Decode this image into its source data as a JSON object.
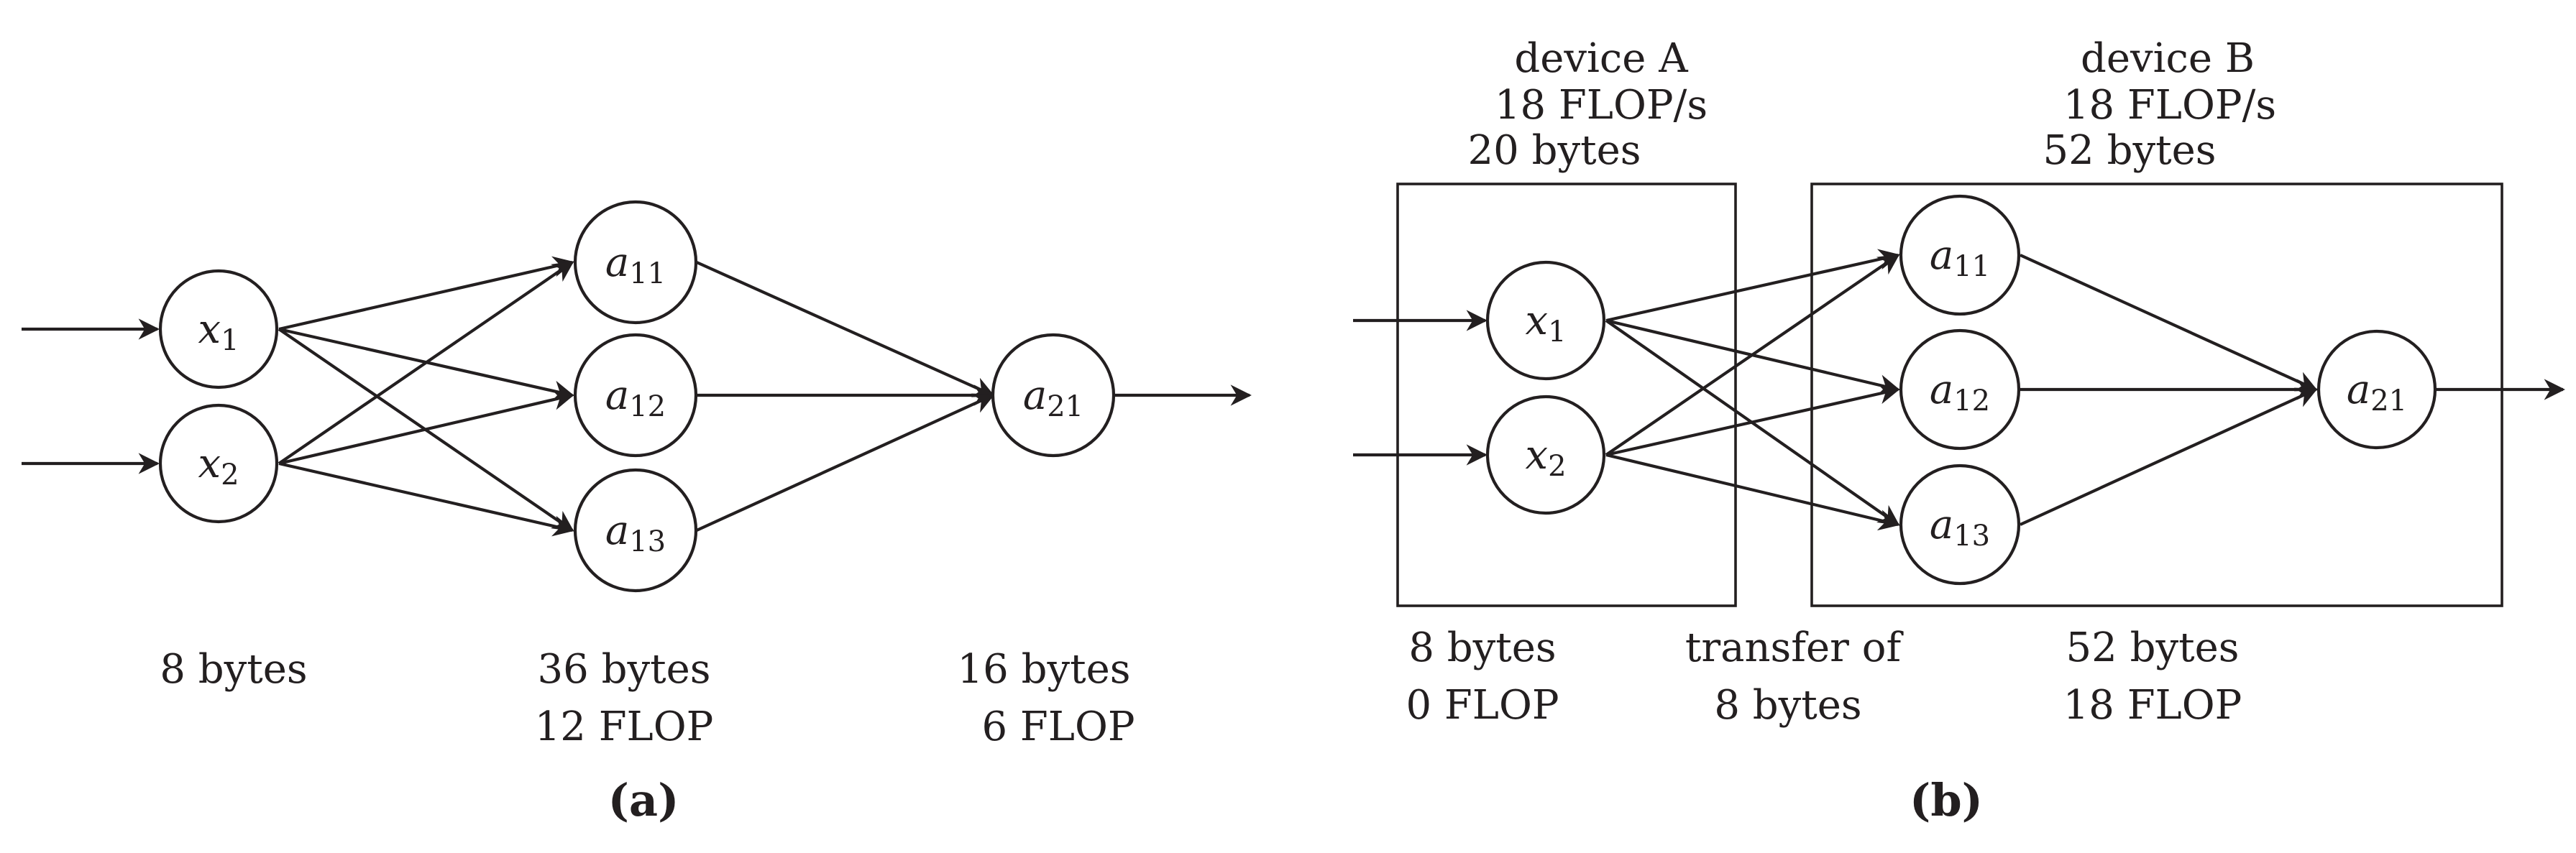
{
  "panel_a": {
    "caption": "(a)",
    "nodes": [
      {
        "id": "x1",
        "letter": "x",
        "sub": "1"
      },
      {
        "id": "x2",
        "letter": "x",
        "sub": "2"
      },
      {
        "id": "a11",
        "letter": "a",
        "sub": "11"
      },
      {
        "id": "a12",
        "letter": "a",
        "sub": "12"
      },
      {
        "id": "a13",
        "letter": "a",
        "sub": "13"
      },
      {
        "id": "a21",
        "letter": "a",
        "sub": "21"
      }
    ],
    "annotations": {
      "input_bytes": "8 bytes",
      "hidden_bytes": "36 bytes",
      "hidden_flop": "12 FLOP",
      "output_bytes": "16 bytes",
      "output_flop": "6 FLOP"
    }
  },
  "panel_b": {
    "caption": "(b)",
    "nodes": [
      {
        "id": "x1",
        "letter": "x",
        "sub": "1"
      },
      {
        "id": "x2",
        "letter": "x",
        "sub": "2"
      },
      {
        "id": "a11",
        "letter": "a",
        "sub": "11"
      },
      {
        "id": "a12",
        "letter": "a",
        "sub": "12"
      },
      {
        "id": "a13",
        "letter": "a",
        "sub": "13"
      },
      {
        "id": "a21",
        "letter": "a",
        "sub": "21"
      }
    ],
    "device_a": {
      "name": "device A",
      "speed": "18 FLOP/s",
      "memory": "20 bytes",
      "bytes_used": "8 bytes",
      "flop": "0 FLOP"
    },
    "device_b": {
      "name": "device B",
      "speed": "18 FLOP/s",
      "memory": "52 bytes",
      "bytes_used": "52 bytes",
      "flop": "18 FLOP"
    },
    "transfer": {
      "line1": "transfer of",
      "line2": "8 bytes"
    }
  }
}
